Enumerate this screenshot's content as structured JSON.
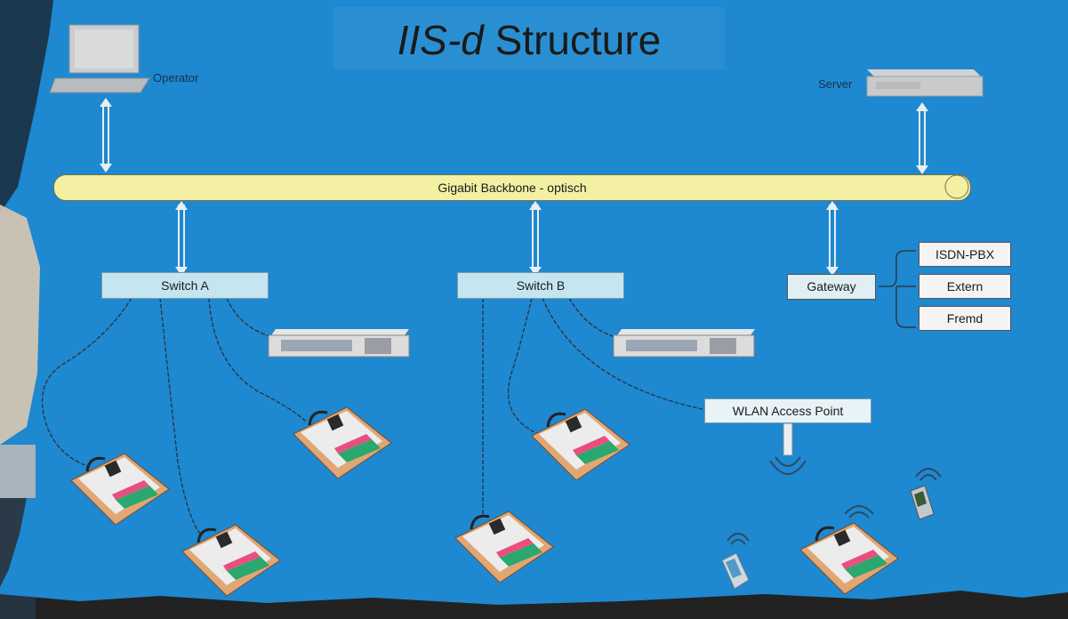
{
  "title": {
    "italic": "IIS-d",
    "rest": " Structure"
  },
  "labels": {
    "operator": "Operator",
    "server": "Server",
    "backbone": "Gigabit Backbone - optisch",
    "switch_a": "Switch A",
    "switch_b": "Switch B",
    "gateway": "Gateway",
    "isdn_pbx": "ISDN-PBX",
    "extern": "Extern",
    "fremd": "Fremd",
    "wlan": "WLAN Access Point"
  },
  "colors": {
    "panel": "#1e88d0",
    "backbone": "#f3f0a3",
    "switch_box": "#c5e6f0",
    "gateway_box": "#f4f4f4"
  },
  "icons": [
    "laptop-icon",
    "server-icon",
    "intercom-panel-icon",
    "rack-unit-icon",
    "handheld-device-icon",
    "wireless-signal-icon"
  ]
}
